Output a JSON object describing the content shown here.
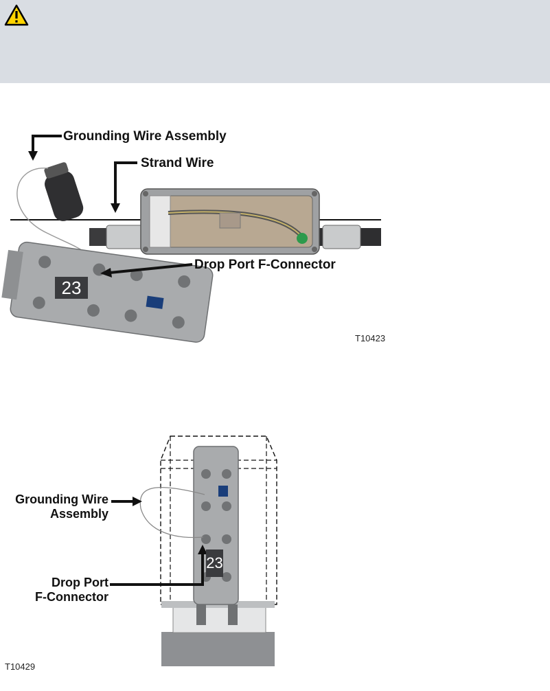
{
  "warning": {
    "icon": "warning-triangle-icon",
    "colors": {
      "fill": "#ffd400",
      "stroke": "#000000",
      "background": "#d9dde3"
    }
  },
  "figure1": {
    "callouts": {
      "grounding_wire": "Grounding Wire Assembly",
      "strand_wire": "Strand Wire",
      "drop_port": "Drop Port F-Connector"
    },
    "port_number": "23",
    "figure_id": "T10423"
  },
  "figure2": {
    "callouts": {
      "grounding_line1": "Grounding Wire",
      "grounding_line2": "Assembly",
      "drop_line1": "Drop Port",
      "drop_line2": "F-Connector"
    },
    "port_number": "23",
    "figure_id": "T10429"
  }
}
